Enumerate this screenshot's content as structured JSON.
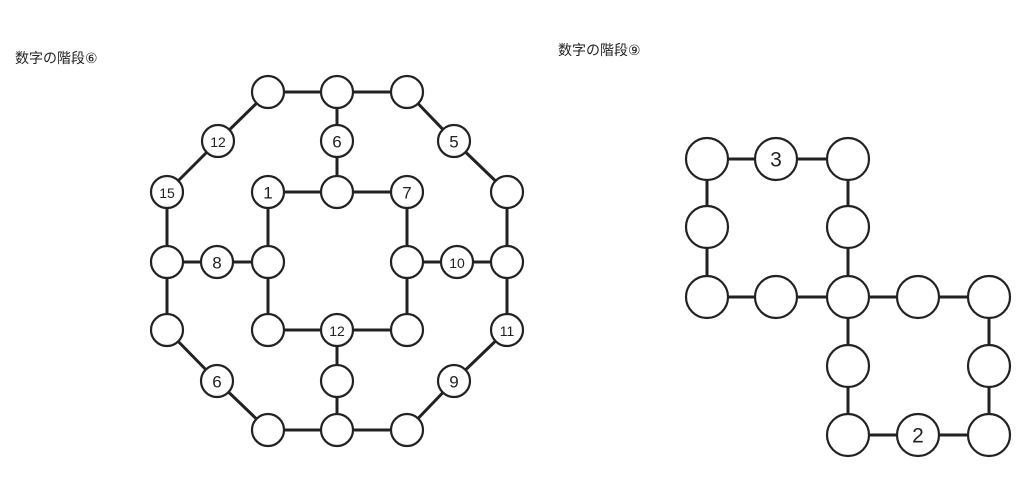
{
  "puzzles": [
    {
      "title": "数字の階段⑥",
      "values": [
        "",
        "",
        "",
        "12",
        "6",
        "5",
        "15",
        "1",
        "",
        "7",
        "",
        "",
        "8",
        "",
        "",
        "10",
        "",
        "",
        "",
        "12",
        "",
        "11",
        "6",
        "",
        "9",
        "",
        "",
        ""
      ]
    },
    {
      "title": "数字の階段⑨",
      "values": [
        "",
        "3",
        "",
        "",
        "",
        "",
        "",
        "",
        "",
        "",
        "",
        "",
        "",
        "2",
        ""
      ]
    }
  ]
}
